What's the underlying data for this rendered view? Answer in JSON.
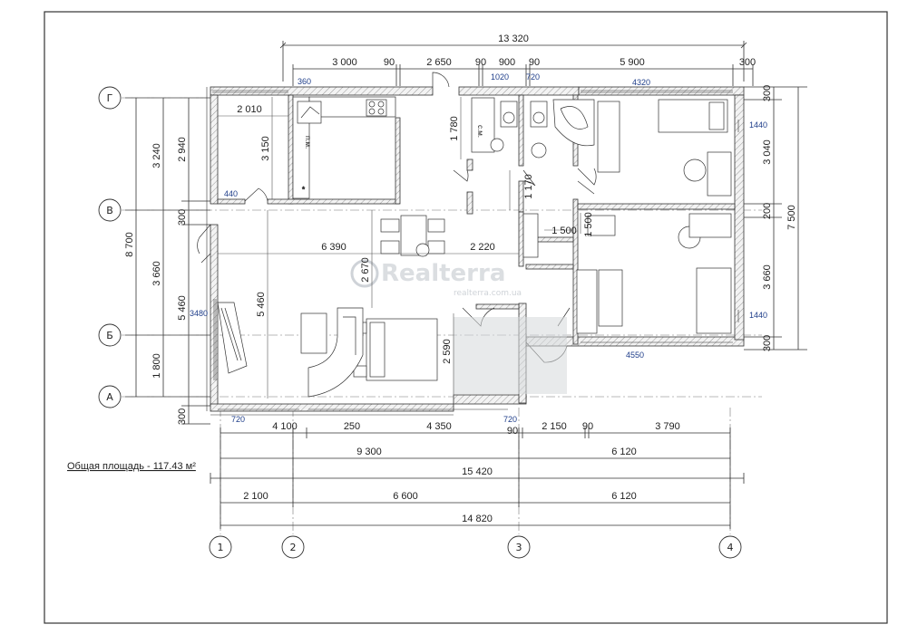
{
  "area_label": "Общая площадь - 117.43 м²",
  "watermark": {
    "brand": "Realterra",
    "site": "realterra.com.ua"
  },
  "axes_letters": [
    "Г",
    "В",
    "Б",
    "А"
  ],
  "axes_numbers": [
    "1",
    "2",
    "3",
    "4"
  ],
  "dims_top": {
    "total": "13 320",
    "segments": [
      "3 000",
      "90",
      "2 650",
      "90",
      "900",
      "90",
      "5 900",
      "300"
    ]
  },
  "dims_bottom": {
    "row1": [
      "720",
      "4 100",
      "250",
      "4 350",
      "720",
      "90",
      "2 150",
      "90",
      "3 790"
    ],
    "row2": [
      "9 300",
      "6 120"
    ],
    "row3": [
      "15 420"
    ],
    "row4": [
      "2 100",
      "6 600",
      "6 120"
    ],
    "row5": [
      "14 820"
    ]
  },
  "dims_left": {
    "outer": "8 700",
    "mid": [
      "3 240",
      "3 660",
      "1 800"
    ],
    "inner": [
      "2 940",
      "300",
      "5 460",
      "300"
    ]
  },
  "dims_right": {
    "outer": "7 500",
    "inner": [
      "300",
      "3 040",
      "200",
      "3 660",
      "300"
    ]
  },
  "blue_labels": [
    "360",
    "1020",
    "720",
    "4320",
    "1440",
    "440",
    "3480",
    "1440",
    "4550",
    "720",
    "720"
  ],
  "interior_dims": [
    "2 010",
    "3 150",
    "1 780",
    "1 170",
    "6 390",
    "2 220",
    "1 500",
    "1 500",
    "2 670",
    "2 590",
    "5 460"
  ],
  "fixture_labels": {
    "dishwasher": "п.м.",
    "washer": "с.м."
  }
}
